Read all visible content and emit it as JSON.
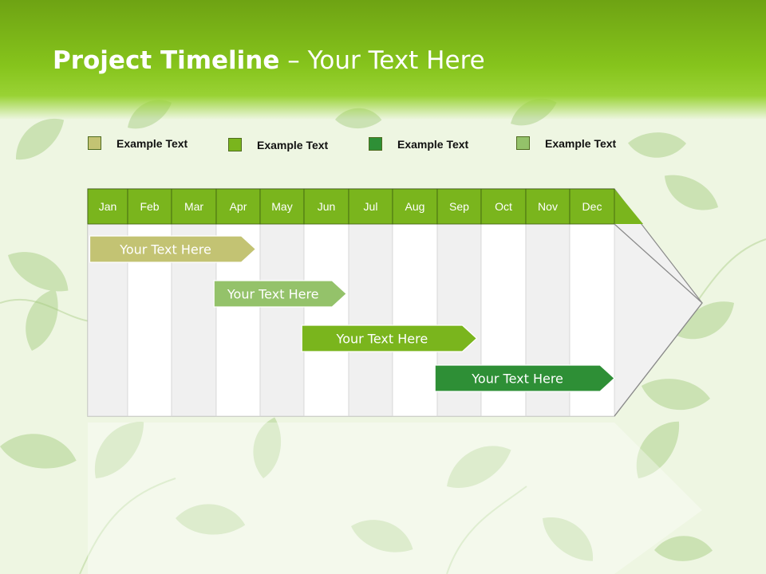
{
  "header": {
    "title_bold": "Project Timeline",
    "title_rest": " – Your Text Here"
  },
  "legend": [
    {
      "label": "Example Text",
      "color": "#c3c373"
    },
    {
      "label": "Example Text",
      "color": "#7ab51d"
    },
    {
      "label": "Example Text",
      "color": "#2e8f36"
    },
    {
      "label": "Example Text",
      "color": "#94c26a"
    }
  ],
  "timeline": {
    "months": [
      "Jan",
      "Feb",
      "Mar",
      "Apr",
      "May",
      "Jun",
      "Jul",
      "Aug",
      "Sep",
      "Oct",
      "Nov",
      "Dec"
    ],
    "tasks": [
      {
        "label": "Your  Text Here",
        "start": 0.05,
        "end": 3.9,
        "color": "#c3c373"
      },
      {
        "label": "Your  Text Here",
        "start": 2.95,
        "end": 5.95,
        "color": "#94c26a"
      },
      {
        "label": "Your  Text Here",
        "start": 4.95,
        "end": 8.9,
        "color": "#7ab51d"
      },
      {
        "label": "Your  Text Here",
        "start": 7.95,
        "end": 12.0,
        "color": "#2e8f36"
      }
    ],
    "header_color": "#7ab51d"
  }
}
